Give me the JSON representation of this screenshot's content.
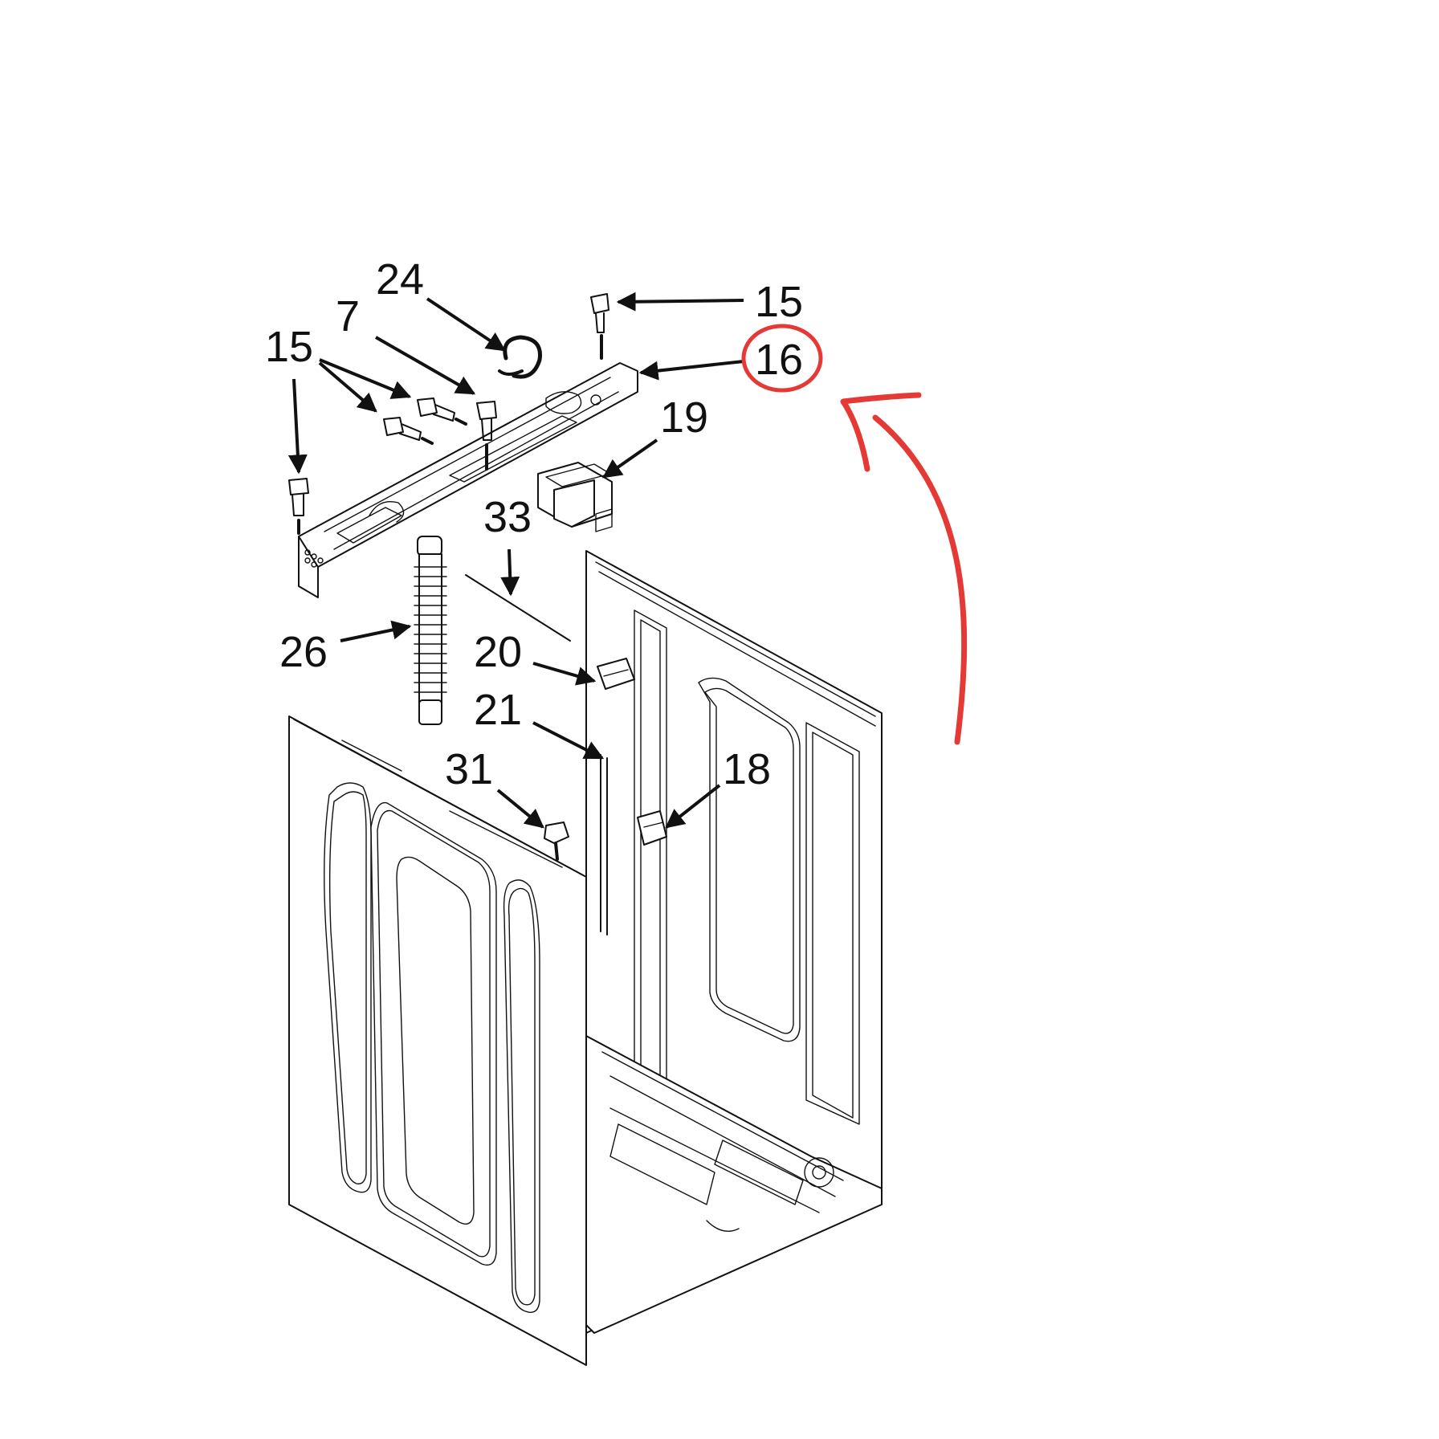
{
  "diagram": {
    "accent_color": "#e53935",
    "labels": {
      "p24": "24",
      "p7": "7",
      "p15_left": "15",
      "p15_right": "15",
      "p16": "16",
      "p19": "19",
      "p33": "33",
      "p26": "26",
      "p20": "20",
      "p21": "21",
      "p31": "31",
      "p18": "18"
    },
    "highlighted_part": "16"
  }
}
